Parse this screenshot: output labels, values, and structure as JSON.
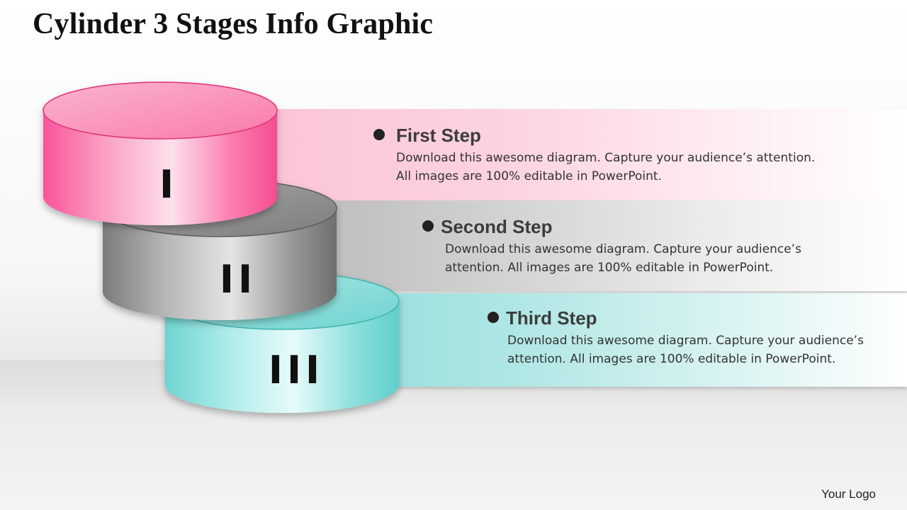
{
  "title": "Cylinder 3 Stages Info Graphic",
  "colors": {
    "stage1": "#f9549a",
    "stage2": "#8f8f8f",
    "stage3": "#74d6d3"
  },
  "stages": [
    {
      "numeral": "I",
      "title": "First Step",
      "description": "Download this awesome diagram. Capture your audience’s attention. All images are 100% editable in PowerPoint."
    },
    {
      "numeral": "II",
      "title": "Second Step",
      "description": "Download this awesome diagram. Capture your audience’s attention. All images are 100% editable in PowerPoint."
    },
    {
      "numeral": "III",
      "title": "Third Step",
      "description": "Download this awesome diagram. Capture your audience’s attention. All images are 100% editable in PowerPoint."
    }
  ],
  "logo": "Your Logo"
}
